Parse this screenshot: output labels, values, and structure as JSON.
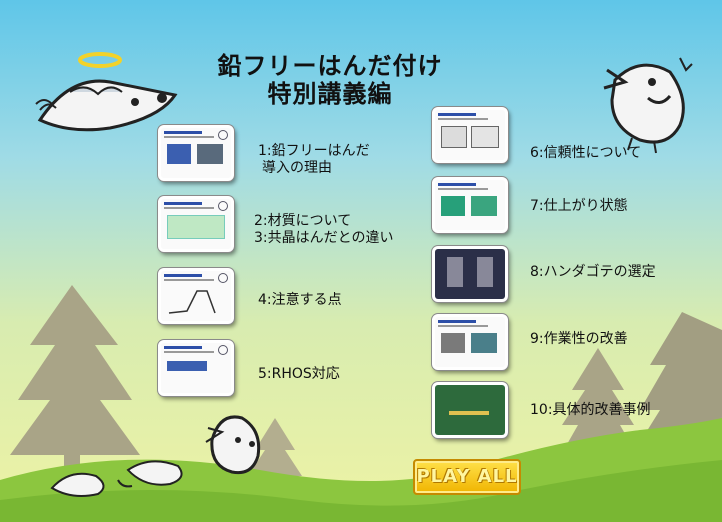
{
  "title": {
    "line1": "鉛フリーはんだ付け",
    "line2": "特別講義編"
  },
  "lessons": [
    {
      "line1": "1:鉛フリーはんだ",
      "line2": "導入の理由"
    },
    {
      "line1": "2:材質について",
      "line2": "3:共晶はんだとの違い"
    },
    {
      "line1": "4:注意する点"
    },
    {
      "line1": "5:RHOS対応"
    },
    {
      "line1": "6:信頼性について"
    },
    {
      "line1": "7:仕上がり状態"
    },
    {
      "line1": "8:ハンダゴテの選定"
    },
    {
      "line1": "9:作業性の改善"
    },
    {
      "line1": "10:具体的改善事例"
    }
  ],
  "play_button": {
    "label": "PLAY ALL"
  },
  "colors": {
    "sky_top": "#5fc6e8",
    "hill": "#8cc63f",
    "tree": "#a6a285",
    "button": "#f0b400"
  }
}
